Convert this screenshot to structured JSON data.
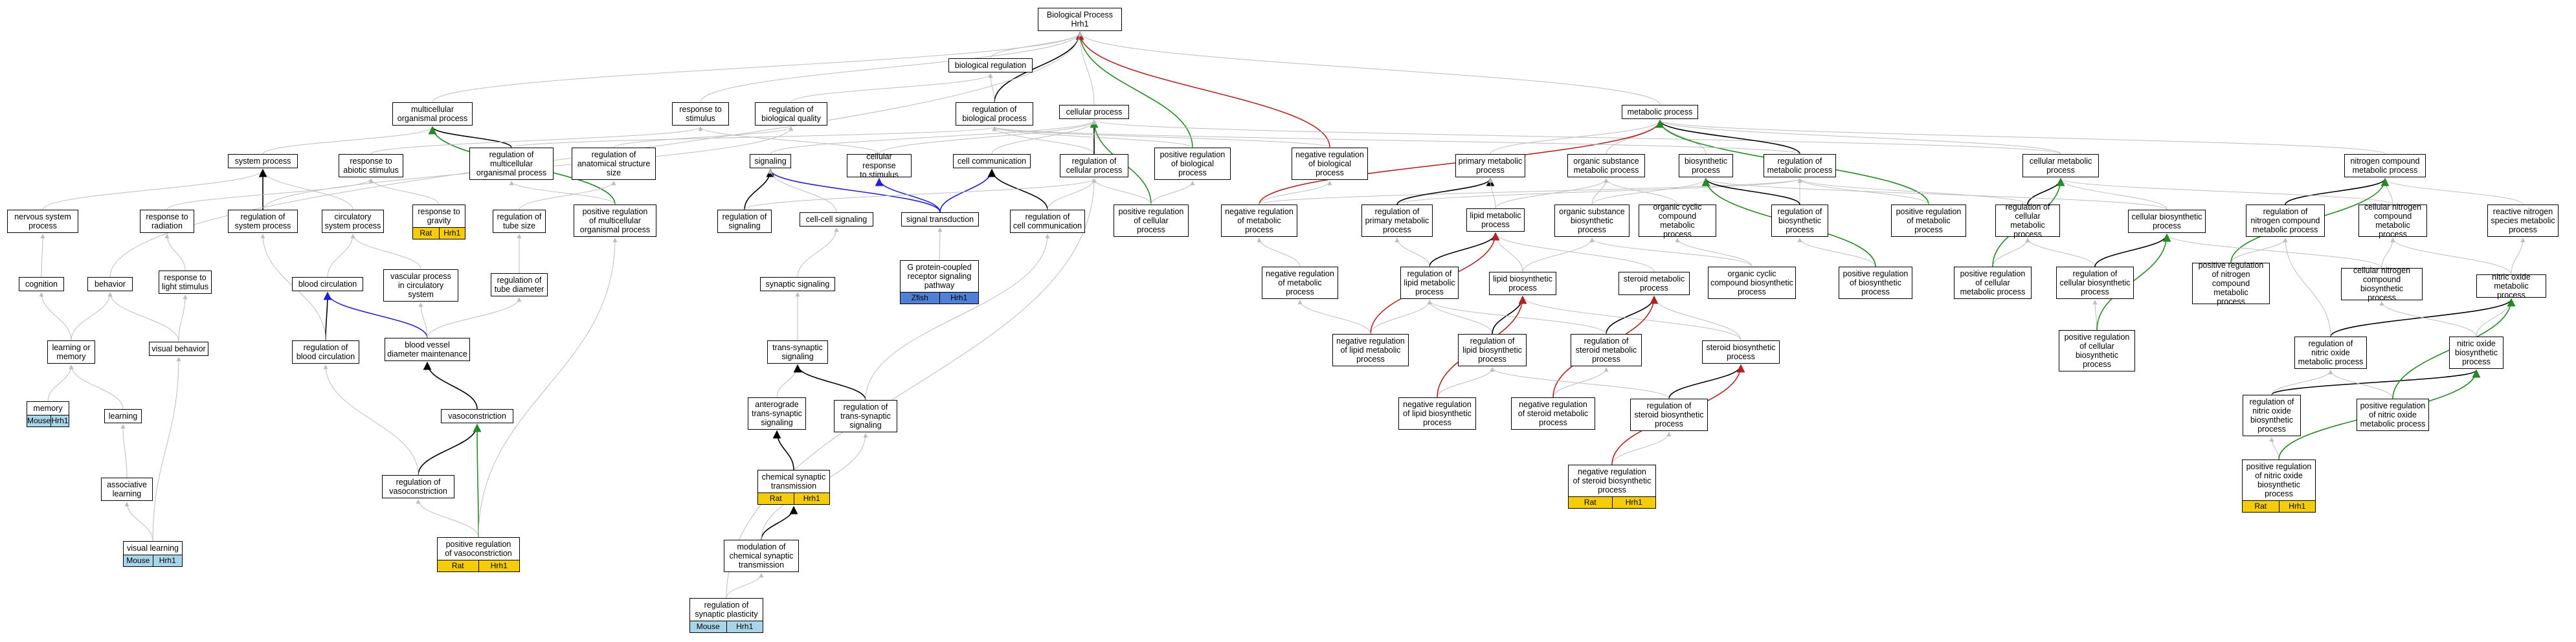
{
  "colors": {
    "plain": "#bdbdbd",
    "is_a": "#000000",
    "regulates": "#000000",
    "neg": "#b22222",
    "pos": "#228b22",
    "rec": "#1f1fdc",
    "rat": "#f5cc0a",
    "mouse": "#a9d5e8",
    "zfish": "#4f7fd6"
  },
  "nodes": [
    {
      "id": "bp",
      "label": "Biological Process\nHrh1"
    },
    {
      "id": "breg",
      "label": "biological regulation"
    },
    {
      "id": "mop",
      "label": "multicellular\norganismal process"
    },
    {
      "id": "rts",
      "label": "response to\nstimulus"
    },
    {
      "id": "rbq",
      "label": "regulation of\nbiological quality"
    },
    {
      "id": "rbp",
      "label": "regulation of\nbiological process"
    },
    {
      "id": "cellp",
      "label": "cellular process"
    },
    {
      "id": "metp",
      "label": "metabolic process"
    },
    {
      "id": "sysp",
      "label": "system process"
    },
    {
      "id": "ras",
      "label": "response to\nabiotic stimulus"
    },
    {
      "id": "rmop",
      "label": "regulation of\nmulticellular\norganismal process"
    },
    {
      "id": "rass",
      "label": "regulation of\nanatomical structure\nsize"
    },
    {
      "id": "sig",
      "label": "signaling"
    },
    {
      "id": "crs",
      "label": "cellular response\nto stimulus"
    },
    {
      "id": "cc",
      "label": "cell communication"
    },
    {
      "id": "rcp",
      "label": "regulation of\ncellular process"
    },
    {
      "id": "prbp",
      "label": "positive regulation\nof biological\nprocess"
    },
    {
      "id": "nrbp",
      "label": "negative regulation\nof biological\nprocess"
    },
    {
      "id": "pmp",
      "label": "primary metabolic\nprocess"
    },
    {
      "id": "osmp",
      "label": "organic substance\nmetabolic process"
    },
    {
      "id": "bsp",
      "label": "biosynthetic\nprocess"
    },
    {
      "id": "rmp",
      "label": "regulation of\nmetabolic process"
    },
    {
      "id": "cmp",
      "label": "cellular metabolic\nprocess"
    },
    {
      "id": "ncmp",
      "label": "nitrogen compound\nmetabolic process"
    },
    {
      "id": "nsp",
      "label": "nervous system\nprocess"
    },
    {
      "id": "rrad",
      "label": "response to\nradiation"
    },
    {
      "id": "rsysp",
      "label": "regulation of\nsystem process"
    },
    {
      "id": "csp",
      "label": "circulatory\nsystem process"
    },
    {
      "id": "rgrav",
      "label": "response to\ngravity",
      "badges": [
        {
          "t": "Rat",
          "c": "rat"
        },
        {
          "t": "Hrh1",
          "c": "rat"
        }
      ]
    },
    {
      "id": "rtsz",
      "label": "regulation of\ntube size"
    },
    {
      "id": "prmop",
      "label": "positive regulation\nof multicellular\norganismal process"
    },
    {
      "id": "rsig",
      "label": "regulation of\nsignaling"
    },
    {
      "id": "ccs",
      "label": "cell-cell signaling"
    },
    {
      "id": "st",
      "label": "signal transduction"
    },
    {
      "id": "rcc",
      "label": "regulation of\ncell communication"
    },
    {
      "id": "prcp",
      "label": "positive regulation\nof cellular\nprocess"
    },
    {
      "id": "nrmp",
      "label": "negative regulation\nof metabolic\nprocess"
    },
    {
      "id": "rpmp",
      "label": "regulation of\nprimary metabolic\nprocess"
    },
    {
      "id": "lmp",
      "label": "lipid metabolic\nprocess"
    },
    {
      "id": "osbp",
      "label": "organic substance\nbiosynthetic\nprocess"
    },
    {
      "id": "occmp",
      "label": "organic cyclic\ncompound metabolic\nprocess"
    },
    {
      "id": "rbsp",
      "label": "regulation of\nbiosynthetic\nprocess"
    },
    {
      "id": "prmp",
      "label": "positive regulation\nof metabolic\nprocess"
    },
    {
      "id": "rcmp",
      "label": "regulation of\ncellular metabolic\nprocess"
    },
    {
      "id": "cbsp",
      "label": "cellular biosynthetic\nprocess"
    },
    {
      "id": "rncmp",
      "label": "regulation of\nnitrogen compound\nmetabolic process"
    },
    {
      "id": "cncmp",
      "label": "cellular nitrogen\ncompound metabolic\nprocess"
    },
    {
      "id": "rnsmp",
      "label": "reactive nitrogen\nspecies metabolic\nprocess"
    },
    {
      "id": "cog",
      "label": "cognition"
    },
    {
      "id": "beh",
      "label": "behavior"
    },
    {
      "id": "rls",
      "label": "response to\nlight stimulus"
    },
    {
      "id": "bcirc",
      "label": "blood circulation"
    },
    {
      "id": "vpcs",
      "label": "vascular process\nin circulatory\nsystem"
    },
    {
      "id": "rtd",
      "label": "regulation of\ntube diameter"
    },
    {
      "id": "gpcr",
      "label": "G protein-coupled\nreceptor signaling\npathway",
      "badges": [
        {
          "t": "Zfish",
          "c": "zfish"
        },
        {
          "t": "Hrh1",
          "c": "zfish"
        }
      ]
    },
    {
      "id": "syns",
      "label": "synaptic signaling"
    },
    {
      "id": "nrmp2",
      "label": "negative regulation\nof metabolic\nprocess"
    },
    {
      "id": "rlmp",
      "label": "regulation of\nlipid metabolic\nprocess"
    },
    {
      "id": "lbp",
      "label": "lipid biosynthetic\nprocess"
    },
    {
      "id": "smp",
      "label": "steroid metabolic\nprocess"
    },
    {
      "id": "occbp",
      "label": "organic cyclic\ncompound biosynthetic\nprocess"
    },
    {
      "id": "prbsp",
      "label": "positive regulation\nof biosynthetic\nprocess"
    },
    {
      "id": "prcmp",
      "label": "positive regulation\nof cellular\nmetabolic process"
    },
    {
      "id": "rcbsp",
      "label": "regulation of\ncellular biosynthetic\nprocess"
    },
    {
      "id": "prncmp",
      "label": "positive regulation\nof nitrogen\ncompound metabolic\nprocess"
    },
    {
      "id": "cncbp",
      "label": "cellular nitrogen\ncompound biosynthetic\nprocess"
    },
    {
      "id": "nomp",
      "label": "nitric oxide\nmetabolic process"
    },
    {
      "id": "lom",
      "label": "learning or\nmemory"
    },
    {
      "id": "rbc",
      "label": "regulation of\nblood circulation"
    },
    {
      "id": "bvdm",
      "label": "blood vessel\ndiameter maintenance"
    },
    {
      "id": "vbeh",
      "label": "visual behavior"
    },
    {
      "id": "tss",
      "label": "trans-synaptic\nsignaling"
    },
    {
      "id": "nrlmp",
      "label": "negative regulation\nof lipid metabolic\nprocess"
    },
    {
      "id": "rlbp",
      "label": "regulation of\nlipid biosynthetic\nprocess"
    },
    {
      "id": "rsmp",
      "label": "regulation of\nsteroid metabolic\nprocess"
    },
    {
      "id": "sbp",
      "label": "steroid biosynthetic\nprocess"
    },
    {
      "id": "prcbsp",
      "label": "positive regulation\nof cellular\nbiosynthetic\nprocess"
    },
    {
      "id": "rnomp",
      "label": "regulation of\nnitric oxide\nmetabolic process"
    },
    {
      "id": "nobp",
      "label": "nitric oxide\nbiosynthetic\nprocess"
    },
    {
      "id": "mem",
      "label": "memory",
      "badges": [
        {
          "t": "Mouse",
          "c": "mouse"
        },
        {
          "t": "Hrh1",
          "c": "mouse"
        }
      ]
    },
    {
      "id": "learn",
      "label": "learning"
    },
    {
      "id": "vcon",
      "label": "vasoconstriction"
    },
    {
      "id": "ats",
      "label": "anterograde\ntrans-synaptic\nsignaling"
    },
    {
      "id": "rtss",
      "label": "regulation of\ntrans-synaptic\nsignaling"
    },
    {
      "id": "nrlbp",
      "label": "negative regulation\nof lipid biosynthetic\nprocess"
    },
    {
      "id": "nrsmp",
      "label": "negative regulation\nof steroid metabolic\nprocess"
    },
    {
      "id": "rsbp",
      "label": "regulation of\nsteroid biosynthetic\nprocess"
    },
    {
      "id": "rnobp",
      "label": "regulation of\nnitric oxide\nbiosynthetic\nprocess"
    },
    {
      "id": "prnomp",
      "label": "positive regulation\nof nitric oxide\nmetabolic process"
    },
    {
      "id": "assoc",
      "label": "associative\nlearning"
    },
    {
      "id": "rvcon",
      "label": "regulation of\nvasoconstriction"
    },
    {
      "id": "cst",
      "label": "chemical synaptic\ntransmission",
      "badges": [
        {
          "t": "Rat",
          "c": "rat"
        },
        {
          "t": "Hrh1",
          "c": "rat"
        }
      ]
    },
    {
      "id": "nrsbp",
      "label": "negative regulation\nof steroid biosynthetic\nprocess",
      "badges": [
        {
          "t": "Rat",
          "c": "rat"
        },
        {
          "t": "Hrh1",
          "c": "rat"
        }
      ]
    },
    {
      "id": "prnobp",
      "label": "positive regulation\nof nitric oxide\nbiosynthetic\nprocess",
      "badges": [
        {
          "t": "Rat",
          "c": "rat"
        },
        {
          "t": "Hrh1",
          "c": "rat"
        }
      ]
    },
    {
      "id": "vlearn",
      "label": "visual learning",
      "badges": [
        {
          "t": "Mouse",
          "c": "mouse"
        },
        {
          "t": "Hrh1",
          "c": "mouse"
        }
      ]
    },
    {
      "id": "prvcon",
      "label": "positive regulation\nof vasoconstriction",
      "badges": [
        {
          "t": "Rat",
          "c": "rat"
        },
        {
          "t": "Hrh1",
          "c": "rat"
        }
      ]
    },
    {
      "id": "mcst",
      "label": "modulation of\nchemical synaptic\ntransmission"
    },
    {
      "id": "rsp",
      "label": "regulation of\nsynaptic plasticity",
      "badges": [
        {
          "t": "Mouse",
          "c": "mouse"
        },
        {
          "t": "Hrh1",
          "c": "mouse"
        }
      ]
    }
  ],
  "edges": [
    [
      "breg",
      "bp",
      "plain"
    ],
    [
      "mop",
      "bp",
      "plain"
    ],
    [
      "rts",
      "bp",
      "plain"
    ],
    [
      "rbp",
      "bp",
      "regulates"
    ],
    [
      "cellp",
      "bp",
      "plain"
    ],
    [
      "metp",
      "bp",
      "plain"
    ],
    [
      "prbp",
      "bp",
      "pos"
    ],
    [
      "nrbp",
      "bp",
      "neg"
    ],
    [
      "rbq",
      "breg",
      "plain"
    ],
    [
      "rbp",
      "breg",
      "plain"
    ],
    [
      "sysp",
      "mop",
      "plain"
    ],
    [
      "rmop",
      "mop",
      "regulates"
    ],
    [
      "prmop",
      "mop",
      "pos"
    ],
    [
      "ras",
      "rts",
      "plain"
    ],
    [
      "crs",
      "rts",
      "plain"
    ],
    [
      "rass",
      "rbq",
      "plain"
    ],
    [
      "rsysp",
      "rbq",
      "plain"
    ],
    [
      "rcp",
      "rbp",
      "plain"
    ],
    [
      "rcp",
      "cellp",
      "regulates"
    ],
    [
      "prbp",
      "rbp",
      "plain"
    ],
    [
      "nrbp",
      "rbp",
      "plain"
    ],
    [
      "rmop",
      "rbp",
      "plain"
    ],
    [
      "prcp",
      "cellp",
      "pos"
    ],
    [
      "sig",
      "cellp",
      "plain"
    ],
    [
      "cc",
      "cellp",
      "plain"
    ],
    [
      "crs",
      "cellp",
      "plain"
    ],
    [
      "cmp",
      "cellp",
      "plain"
    ],
    [
      "pmp",
      "metp",
      "plain"
    ],
    [
      "osmp",
      "metp",
      "plain"
    ],
    [
      "bsp",
      "metp",
      "plain"
    ],
    [
      "rmp",
      "metp",
      "regulates"
    ],
    [
      "cmp",
      "metp",
      "plain"
    ],
    [
      "ncmp",
      "metp",
      "plain"
    ],
    [
      "nrmp",
      "metp",
      "neg"
    ],
    [
      "prmp",
      "metp",
      "pos"
    ],
    [
      "nsp",
      "sysp",
      "plain"
    ],
    [
      "csp",
      "sysp",
      "plain"
    ],
    [
      "rsysp",
      "sysp",
      "regulates"
    ],
    [
      "rrad",
      "ras",
      "plain"
    ],
    [
      "rgrav",
      "ras",
      "plain"
    ],
    [
      "rtsz",
      "rass",
      "plain"
    ],
    [
      "prmop",
      "rmop",
      "plain"
    ],
    [
      "st",
      "sig",
      "rec"
    ],
    [
      "st",
      "crs",
      "rec"
    ],
    [
      "st",
      "cc",
      "rec"
    ],
    [
      "rsig",
      "sig",
      "regulates"
    ],
    [
      "ccs",
      "sig",
      "plain"
    ],
    [
      "rcc",
      "cc",
      "regulates"
    ],
    [
      "rsig",
      "rcp",
      "plain"
    ],
    [
      "rcc",
      "rcp",
      "plain"
    ],
    [
      "prcp",
      "rcp",
      "plain"
    ],
    [
      "prcp",
      "prbp",
      "plain"
    ],
    [
      "nrmp",
      "nrbp",
      "plain"
    ],
    [
      "nrmp",
      "rmp",
      "plain"
    ],
    [
      "rpmp",
      "rmp",
      "plain"
    ],
    [
      "rpmp",
      "pmp",
      "regulates"
    ],
    [
      "rmp",
      "rbp",
      "plain"
    ],
    [
      "lmp",
      "pmp",
      "plain"
    ],
    [
      "lmp",
      "osmp",
      "plain"
    ],
    [
      "osbp",
      "osmp",
      "plain"
    ],
    [
      "osbp",
      "bsp",
      "plain"
    ],
    [
      "occmp",
      "osmp",
      "plain"
    ],
    [
      "rbsp",
      "rmp",
      "plain"
    ],
    [
      "rbsp",
      "bsp",
      "regulates"
    ],
    [
      "prmp",
      "rmp",
      "plain"
    ],
    [
      "rcmp",
      "rmp",
      "plain"
    ],
    [
      "rcmp",
      "cmp",
      "regulates"
    ],
    [
      "cbsp",
      "cmp",
      "plain"
    ],
    [
      "cbsp",
      "bsp",
      "plain"
    ],
    [
      "rncmp",
      "ncmp",
      "regulates"
    ],
    [
      "cncmp",
      "ncmp",
      "plain"
    ],
    [
      "cncmp",
      "cmp",
      "plain"
    ],
    [
      "rnsmp",
      "ncmp",
      "plain"
    ],
    [
      "cog",
      "nsp",
      "plain"
    ],
    [
      "beh",
      "bp",
      "plain"
    ],
    [
      "rls",
      "rrad",
      "plain"
    ],
    [
      "bcirc",
      "csp",
      "plain"
    ],
    [
      "vpcs",
      "csp",
      "plain"
    ],
    [
      "rtd",
      "rtsz",
      "plain"
    ],
    [
      "gpcr",
      "st",
      "plain"
    ],
    [
      "syns",
      "ccs",
      "plain"
    ],
    [
      "rlmp",
      "lmp",
      "regulates"
    ],
    [
      "rlmp",
      "rpmp",
      "plain"
    ],
    [
      "lbp",
      "lmp",
      "plain"
    ],
    [
      "lbp",
      "osbp",
      "plain"
    ],
    [
      "smp",
      "lmp",
      "plain"
    ],
    [
      "occbp",
      "occmp",
      "plain"
    ],
    [
      "occbp",
      "osbp",
      "plain"
    ],
    [
      "prbsp",
      "rbsp",
      "plain"
    ],
    [
      "prbsp",
      "bsp",
      "pos"
    ],
    [
      "prcmp",
      "rcmp",
      "plain"
    ],
    [
      "prcmp",
      "cmp",
      "pos"
    ],
    [
      "rcbsp",
      "rcmp",
      "plain"
    ],
    [
      "rcbsp",
      "cbsp",
      "regulates"
    ],
    [
      "prncmp",
      "rncmp",
      "plain"
    ],
    [
      "prncmp",
      "ncmp",
      "pos"
    ],
    [
      "cncbp",
      "cncmp",
      "plain"
    ],
    [
      "cncbp",
      "cbsp",
      "plain"
    ],
    [
      "nomp",
      "rnsmp",
      "plain"
    ],
    [
      "nomp",
      "cncmp",
      "plain"
    ],
    [
      "lom",
      "cog",
      "plain"
    ],
    [
      "lom",
      "beh",
      "plain"
    ],
    [
      "rbc",
      "bcirc",
      "regulates"
    ],
    [
      "rbc",
      "rsysp",
      "plain"
    ],
    [
      "bvdm",
      "bcirc",
      "rec"
    ],
    [
      "bvdm",
      "vpcs",
      "plain"
    ],
    [
      "bvdm",
      "rtd",
      "plain"
    ],
    [
      "vbeh",
      "beh",
      "plain"
    ],
    [
      "vbeh",
      "rls",
      "plain"
    ],
    [
      "tss",
      "syns",
      "plain"
    ],
    [
      "nrlmp",
      "rlmp",
      "plain"
    ],
    [
      "nrlmp",
      "lmp",
      "neg"
    ],
    [
      "nrlmp",
      "nrmp2",
      "plain"
    ],
    [
      "nrmp2",
      "nrmp",
      "plain"
    ],
    [
      "rlbp",
      "rlmp",
      "plain"
    ],
    [
      "rlbp",
      "lbp",
      "regulates"
    ],
    [
      "rsmp",
      "smp",
      "regulates"
    ],
    [
      "rsmp",
      "rlmp",
      "plain"
    ],
    [
      "sbp",
      "smp",
      "plain"
    ],
    [
      "sbp",
      "lbp",
      "plain"
    ],
    [
      "prcbsp",
      "rcbsp",
      "plain"
    ],
    [
      "prcbsp",
      "cbsp",
      "pos"
    ],
    [
      "rnomp",
      "nomp",
      "regulates"
    ],
    [
      "rnomp",
      "rncmp",
      "plain"
    ],
    [
      "nobp",
      "nomp",
      "plain"
    ],
    [
      "nobp",
      "cncbp",
      "plain"
    ],
    [
      "mem",
      "lom",
      "plain"
    ],
    [
      "learn",
      "lom",
      "plain"
    ],
    [
      "vcon",
      "bvdm",
      "regulates"
    ],
    [
      "ats",
      "tss",
      "plain"
    ],
    [
      "rtss",
      "tss",
      "regulates"
    ],
    [
      "rtss",
      "rcc",
      "plain"
    ],
    [
      "nrlbp",
      "rlbp",
      "plain"
    ],
    [
      "nrlbp",
      "lbp",
      "neg"
    ],
    [
      "nrsmp",
      "rsmp",
      "plain"
    ],
    [
      "nrsmp",
      "smp",
      "neg"
    ],
    [
      "rsbp",
      "sbp",
      "regulates"
    ],
    [
      "rsbp",
      "rlbp",
      "plain"
    ],
    [
      "rnobp",
      "nobp",
      "regulates"
    ],
    [
      "rnobp",
      "rnomp",
      "plain"
    ],
    [
      "prnomp",
      "rnomp",
      "plain"
    ],
    [
      "prnomp",
      "nomp",
      "pos"
    ],
    [
      "assoc",
      "learn",
      "plain"
    ],
    [
      "rvcon",
      "vcon",
      "regulates"
    ],
    [
      "rvcon",
      "rbc",
      "plain"
    ],
    [
      "cst",
      "ats",
      "is_a"
    ],
    [
      "nrsbp",
      "rsbp",
      "plain"
    ],
    [
      "nrsbp",
      "sbp",
      "neg"
    ],
    [
      "prnobp",
      "rnobp",
      "plain"
    ],
    [
      "prnobp",
      "nobp",
      "pos"
    ],
    [
      "vlearn",
      "assoc",
      "plain"
    ],
    [
      "vlearn",
      "vbeh",
      "plain"
    ],
    [
      "prvcon",
      "rvcon",
      "plain"
    ],
    [
      "prvcon",
      "vcon",
      "pos"
    ],
    [
      "prvcon",
      "prmop",
      "plain"
    ],
    [
      "mcst",
      "cst",
      "is_a"
    ],
    [
      "mcst",
      "rtss",
      "plain"
    ],
    [
      "rsp",
      "mcst",
      "plain"
    ],
    [
      "rsp",
      "rcp",
      "plain"
    ]
  ]
}
